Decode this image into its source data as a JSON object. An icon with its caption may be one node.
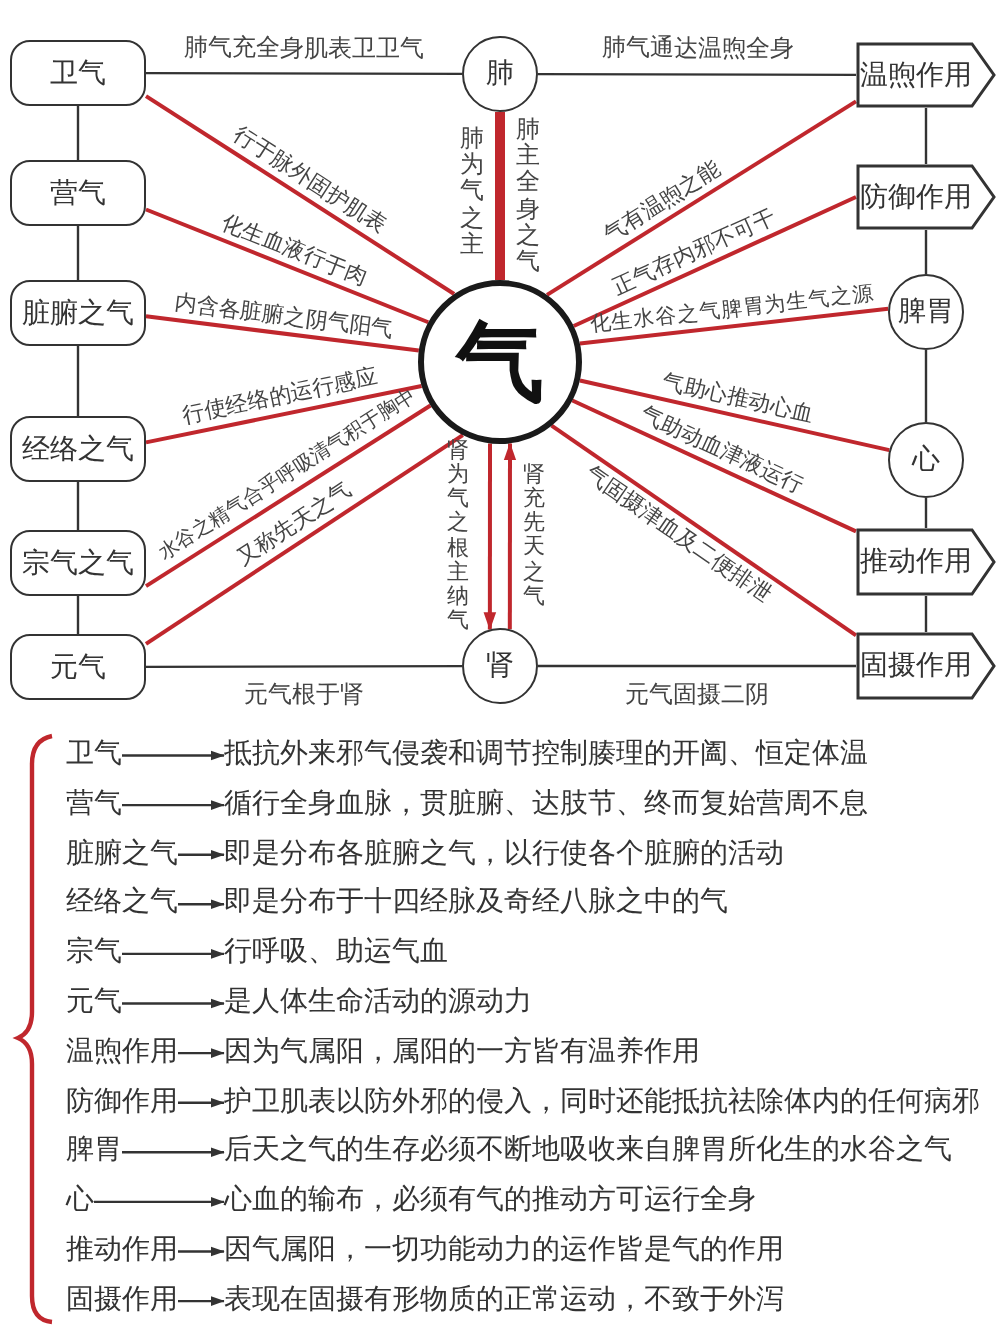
{
  "diagram": {
    "nodes": [
      {
        "text": [
          "卫气"
        ]
      },
      {
        "text": [
          "肺"
        ]
      },
      {
        "text": [
          "温煦作用"
        ]
      },
      {
        "text": [
          "营气"
        ]
      },
      {
        "text": [
          "防御作用"
        ]
      },
      {
        "text": [
          "脏腑之气"
        ]
      },
      {
        "text": [
          "气"
        ]
      },
      {
        "text": [
          "脾胃"
        ]
      },
      {
        "text": [
          "经络之气"
        ]
      },
      {
        "text": [
          "心"
        ]
      },
      {
        "text": [
          "宗气之气"
        ]
      },
      {
        "text": [
          "推动作用"
        ]
      },
      {
        "text": [
          "元气"
        ]
      },
      {
        "text": [
          "肾"
        ]
      },
      {
        "text": [
          "固摄作用"
        ]
      },
      {
        "text": [
          "卫气"
        ]
      },
      {
        "text": [
          "抵抗外来邪气侵袭和调节控制腠理的开阖、恒定体温"
        ]
      },
      {
        "text": [
          "营气"
        ]
      },
      {
        "text": [
          "循行全身血脉，贯脏腑、达肢节、终而复始营周不息"
        ]
      },
      {
        "text": [
          "脏腑之气"
        ]
      },
      {
        "text": [
          "即是分布各脏腑之气，以行使各个脏腑的活动"
        ]
      },
      {
        "text": [
          "经络之气"
        ]
      },
      {
        "text": [
          "即是分布于十四经脉及奇经八脉之中的气"
        ]
      },
      {
        "text": [
          "宗气"
        ]
      },
      {
        "text": [
          "行呼吸、助运气血"
        ]
      },
      {
        "text": [
          "元气"
        ]
      },
      {
        "text": [
          "是人体生命活动的源动力"
        ]
      },
      {
        "text": [
          "温煦作用"
        ]
      },
      {
        "text": [
          "因为气属阳，属阳的一方皆有温养作用"
        ]
      },
      {
        "text": [
          "防御作用"
        ]
      },
      {
        "text": [
          "护卫肌表以防外邪的侵入，同时还能抵抗祛除体内的任何病邪"
        ]
      },
      {
        "text": [
          "脾胃"
        ]
      },
      {
        "text": [
          "后天之气的生存必须不断地吸收来自脾胃所化生的水谷之气"
        ]
      },
      {
        "text": [
          "心"
        ]
      },
      {
        "text": [
          "心血的输布，必须有气的推动方可运行全身"
        ]
      },
      {
        "text": [
          "推动作用"
        ]
      },
      {
        "text": [
          "因气属阳，一切功能动力的运作皆是气的作用"
        ]
      },
      {
        "text": [
          "固摄作用"
        ]
      },
      {
        "text": [
          "表现在固摄有形物质的正常运动，不致于外泻"
        ]
      }
    ],
    "edges": [
      {
        "from": 0,
        "to": 1,
        "arrow": "none",
        "label": "肺气充全身肌表卫卫气"
      },
      {
        "from": 1,
        "to": 2,
        "arrow": "none",
        "label": "肺气通达温煦全身"
      },
      {
        "from": 12,
        "to": 13,
        "arrow": "none",
        "label": "元气根于肾"
      },
      {
        "from": 13,
        "to": 14,
        "arrow": "none",
        "label": "元气固摄二阴"
      },
      {
        "from": 0,
        "to": 3,
        "arrow": "none"
      },
      {
        "from": 3,
        "to": 5,
        "arrow": "none"
      },
      {
        "from": 5,
        "to": 8,
        "arrow": "none"
      },
      {
        "from": 8,
        "to": 10,
        "arrow": "none"
      },
      {
        "from": 10,
        "to": 12,
        "arrow": "none"
      },
      {
        "from": 2,
        "to": 4,
        "arrow": "none"
      },
      {
        "from": 4,
        "to": 7,
        "arrow": "none"
      },
      {
        "from": 7,
        "to": 9,
        "arrow": "none"
      },
      {
        "from": 9,
        "to": 11,
        "arrow": "none"
      },
      {
        "from": 11,
        "to": 14,
        "arrow": "none"
      },
      {
        "from": 1,
        "to": 6,
        "arrow": "none",
        "style": "thick",
        "color": "#c0272d",
        "label": "肺主全身之气"
      },
      {
        "from": 6,
        "to": 13,
        "arrow": "to",
        "color": "#c0272d",
        "label": "肾为气之根主纳气"
      },
      {
        "from": 13,
        "to": 6,
        "arrow": "to",
        "color": "#c0272d",
        "label": "肾充先天之气"
      },
      {
        "from": 6,
        "to": 0,
        "arrow": "none",
        "color": "#c0272d",
        "label": "行于脉外固护肌表"
      },
      {
        "from": 6,
        "to": 3,
        "arrow": "none",
        "color": "#c0272d",
        "label": "化生血液行于肉"
      },
      {
        "from": 6,
        "to": 5,
        "arrow": "none",
        "color": "#c0272d",
        "label": "内含各脏腑之阴气阳气"
      },
      {
        "from": 6,
        "to": 8,
        "arrow": "none",
        "color": "#c0272d",
        "label": "行使经络的运行感应"
      },
      {
        "from": 6,
        "to": 10,
        "arrow": "none",
        "color": "#c0272d",
        "label": "水谷之精气合乎呼吸清气积于胸中"
      },
      {
        "from": 6,
        "to": 12,
        "arrow": "none",
        "color": "#c0272d",
        "label": "又称先天之气"
      },
      {
        "from": 6,
        "to": 2,
        "arrow": "none",
        "color": "#c0272d",
        "label": "气有温煦之能"
      },
      {
        "from": 6,
        "to": 4,
        "arrow": "none",
        "color": "#c0272d",
        "label": "正气存内邪不可干"
      },
      {
        "from": 6,
        "to": 7,
        "arrow": "none",
        "color": "#c0272d",
        "label": "化生水谷之气脾胃为生气之源"
      },
      {
        "from": 6,
        "to": 9,
        "arrow": "none",
        "color": "#c0272d",
        "label": "气助心推动心血"
      },
      {
        "from": 6,
        "to": 11,
        "arrow": "none",
        "color": "#c0272d",
        "label": "气助动血津液运行"
      },
      {
        "from": 6,
        "to": 14,
        "arrow": "none",
        "color": "#c0272d",
        "label": "气固摄津血及二便排泄"
      },
      {
        "from": 15,
        "to": 16,
        "arrow": "to"
      },
      {
        "from": 17,
        "to": 18,
        "arrow": "to"
      },
      {
        "from": 19,
        "to": 20,
        "arrow": "to"
      },
      {
        "from": 21,
        "to": 22,
        "arrow": "to"
      },
      {
        "from": 23,
        "to": 24,
        "arrow": "to"
      },
      {
        "from": 25,
        "to": 26,
        "arrow": "to"
      },
      {
        "from": 27,
        "to": 28,
        "arrow": "to"
      },
      {
        "from": 29,
        "to": 30,
        "arrow": "to"
      },
      {
        "from": 31,
        "to": 32,
        "arrow": "to"
      },
      {
        "from": 33,
        "to": 34,
        "arrow": "to"
      },
      {
        "from": 35,
        "to": 36,
        "arrow": "to"
      },
      {
        "from": 37,
        "to": 38,
        "arrow": "to"
      }
    ],
    "labels": [
      "肺为气之主"
    ]
  }
}
